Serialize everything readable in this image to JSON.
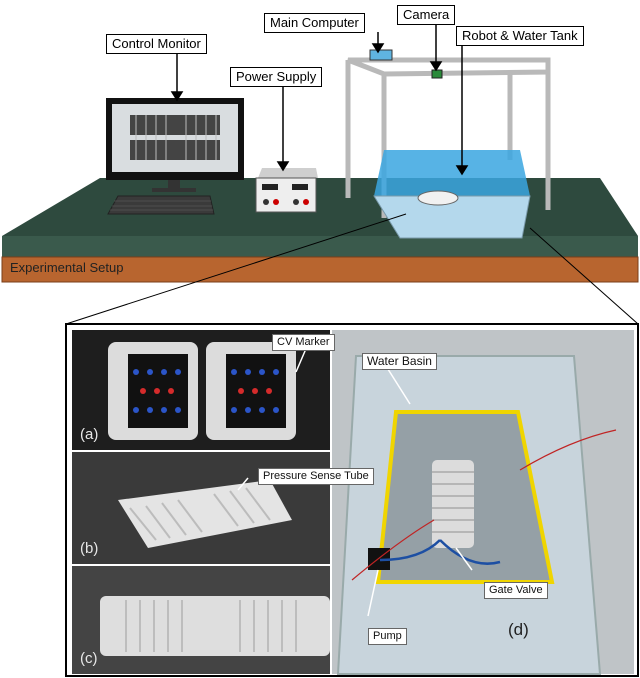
{
  "labels": {
    "control_monitor": "Control Monitor",
    "power_supply": "Power Supply",
    "main_computer": "Main Computer",
    "camera": "Camera",
    "robot_water_tank": "Robot & Water Tank",
    "experimental_setup": "Experimental Setup"
  },
  "photo_labels": {
    "cv_marker": "CV Marker",
    "water_basin": "Water Basin",
    "pressure_sense_tube": "Pressure Sense Tube",
    "gate_valve": "Gate Valve",
    "pump": "Pump"
  },
  "subfigures": {
    "a": "(a)",
    "b": "(b)",
    "c": "(c)",
    "d": "(d)"
  },
  "colors": {
    "table_top": "#2f4a3f",
    "table_edge": "#b8652f",
    "water": "#3aa6e0",
    "frame_line": "#000000"
  }
}
